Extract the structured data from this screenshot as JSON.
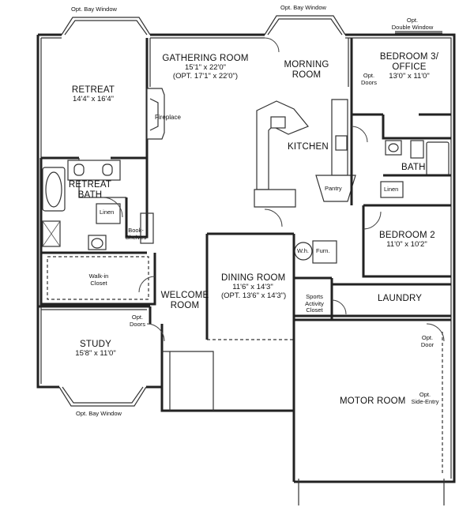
{
  "rooms": {
    "retreat": {
      "name": "RETREAT",
      "dims": "14'4\" x 16'4\""
    },
    "retreat_bath": {
      "name_line1": "RETREAT",
      "name_line2": "BATH"
    },
    "gathering": {
      "name": "GATHERING ROOM",
      "dims": "15'1\" x 22'0\"",
      "opt_dims": "(OPT. 17'1\" x 22'0\")"
    },
    "morning": {
      "name_line1": "MORNING",
      "name_line2": "ROOM"
    },
    "kitchen": {
      "name": "KITCHEN"
    },
    "bedroom3": {
      "name_line1": "BEDROOM 3/",
      "name_line2": "OFFICE",
      "dims": "13'0\" x 11'0\""
    },
    "bath": {
      "name": "BATH"
    },
    "bedroom2": {
      "name": "BEDROOM 2",
      "dims": "11'0\" x 10'2\""
    },
    "dining": {
      "name": "DINING ROOM",
      "dims": "11'6\" x 14'3\"",
      "opt_dims": "(OPT. 13'6\" x 14'3\")"
    },
    "welcome": {
      "name_line1": "WELCOME",
      "name_line2": "ROOM"
    },
    "laundry": {
      "name": "LAUNDRY"
    },
    "study": {
      "name": "STUDY",
      "dims": "15'8\" x 11'0\""
    },
    "motor": {
      "name": "MOTOR ROOM"
    },
    "walkin": {
      "line1": "Walk-in",
      "line2": "Closet"
    },
    "sports": {
      "line1": "Sports",
      "line2": "Activity",
      "line3": "Closet"
    }
  },
  "annotations": {
    "bay_top_left": "Opt. Bay Window",
    "bay_top_center": "Opt. Bay Window",
    "double_window_line1": "Opt.",
    "double_window_line2": "Double Window",
    "bay_bottom": "Opt. Bay Window",
    "fireplace": "Fireplace",
    "opt_doors_bed3_line1": "Opt.",
    "opt_doors_bed3_line2": "Doors",
    "opt_doors_study_line1": "Opt.",
    "opt_doors_study_line2": "Doors",
    "opt_door_line1": "Opt.",
    "opt_door_line2": "Door",
    "side_entry_line1": "Opt.",
    "side_entry_line2": "Side-Entry",
    "pantry": "Pantry",
    "linen_bath": "Linen",
    "linen_retreat": "Linen",
    "bookshelves_line1": "Book-",
    "bookshelves_line2": "Shelves",
    "wh": "W.h.",
    "furn": "Furn."
  }
}
